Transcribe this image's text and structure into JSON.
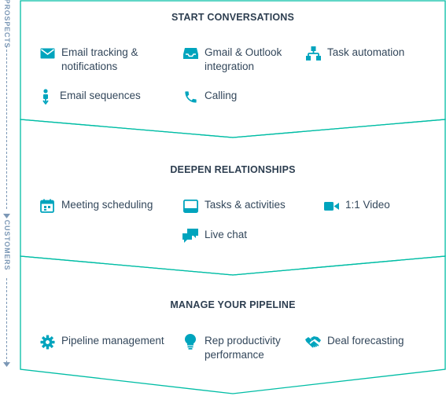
{
  "side": {
    "prospects": "PROSPECTS",
    "customers": "CUSTOMERS"
  },
  "colors": {
    "accent": "#00a4bd",
    "border": "#00bda5",
    "text": "#33475b",
    "side": "#7c98b6"
  },
  "sections": [
    {
      "title": "START CONVERSATIONS",
      "features": [
        {
          "label": "Email tracking &\nnotifications",
          "icon": "envelope-icon"
        },
        {
          "label": "Gmail & Outlook\nintegration",
          "icon": "inbox-icon"
        },
        {
          "label": "Task automation",
          "icon": "workflow-icon"
        },
        {
          "label": "Email sequences",
          "icon": "sequence-icon"
        },
        {
          "label": "Calling",
          "icon": "phone-icon"
        }
      ]
    },
    {
      "title": "DEEPEN RELATIONSHIPS",
      "features": [
        {
          "label": "Meeting scheduling",
          "icon": "calendar-icon"
        },
        {
          "label": "Tasks & activities",
          "icon": "tasks-icon"
        },
        {
          "label": "1:1 Video",
          "icon": "video-icon"
        },
        {
          "label": "Live chat",
          "icon": "chat-icon"
        }
      ]
    },
    {
      "title": "MANAGE YOUR PIPELINE",
      "features": [
        {
          "label": "Pipeline management",
          "icon": "gear-icon"
        },
        {
          "label": "Rep productivity\nperformance",
          "icon": "lightbulb-icon"
        },
        {
          "label": "Deal forecasting",
          "icon": "handshake-icon"
        }
      ]
    }
  ]
}
